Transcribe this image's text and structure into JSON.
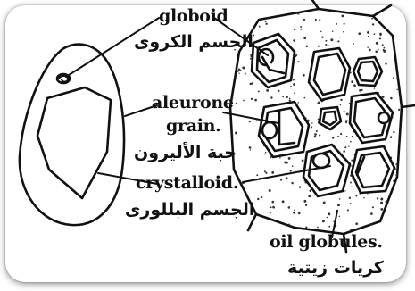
{
  "labels": {
    "globoid_en": "globoid",
    "globoid_ar": "الجسم الكروى",
    "aleurone_en_line1": "aleurone",
    "aleurone_en_line2": "grain.",
    "aleurone_ar": "حبة الأليرون",
    "crystalloid_en": "crystalloid.",
    "crystalloid_ar": "الجسم البللورى",
    "oil_en": "oil globules.",
    "oil_ar": "كريات زيتية"
  },
  "colors": {
    "ink": "#111111",
    "background": "#ffffff",
    "cell_stipple": "#333333"
  }
}
